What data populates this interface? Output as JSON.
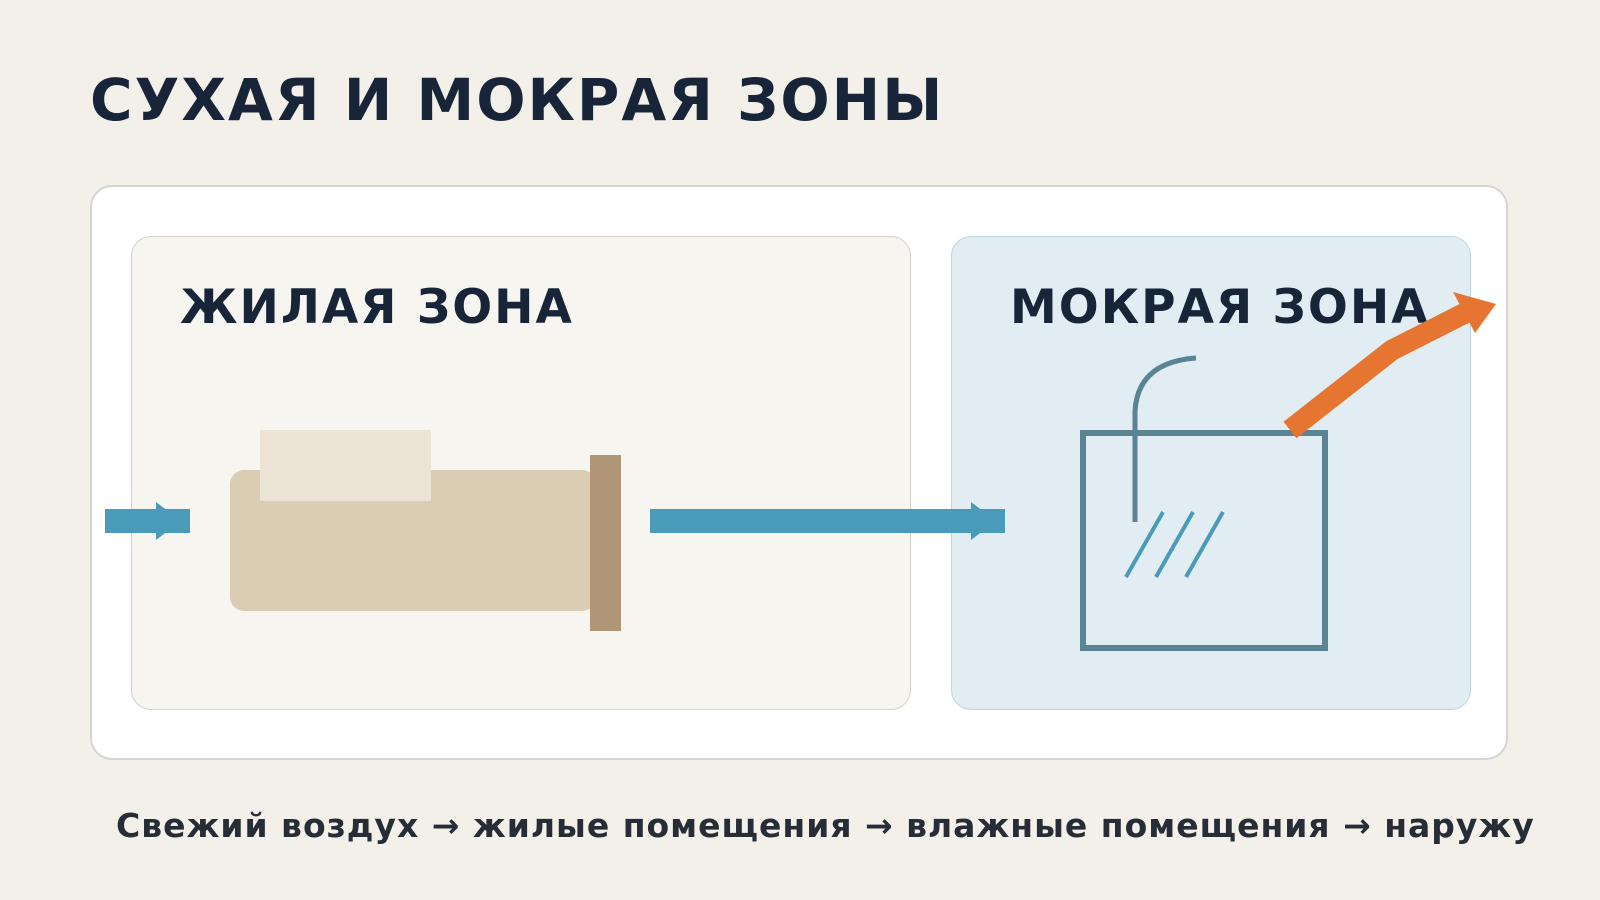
{
  "page": {
    "title": "СУХАЯ И МОКРАЯ ЗОНЫ"
  },
  "zones": {
    "living": {
      "label": "ЖИЛАЯ ЗОНА"
    },
    "wet": {
      "label": "МОКРАЯ ЗОНА"
    }
  },
  "flow_caption": "Свежий воздух → жилые помещения → влажные помещения → наружу",
  "icons": {
    "air_inlet": "fresh-air-inlet-arrow-icon",
    "sofa": "sofa-icon",
    "air_flow": "air-flow-arrow-icon",
    "shower": "shower-icon",
    "exhaust": "exhaust-arrow-icon"
  },
  "colors": {
    "background": "#f3f0ea",
    "title": "#182539",
    "living_zone": "#f7f5f0",
    "wet_zone": "#e1edf2",
    "fresh_air": "#4a9aba",
    "exhaust": "#e67532",
    "shower": "#5a8494",
    "sofa_body": "#dbccb4",
    "sofa_cushion": "#ebe3d5",
    "sofa_arm": "#ae9676"
  }
}
